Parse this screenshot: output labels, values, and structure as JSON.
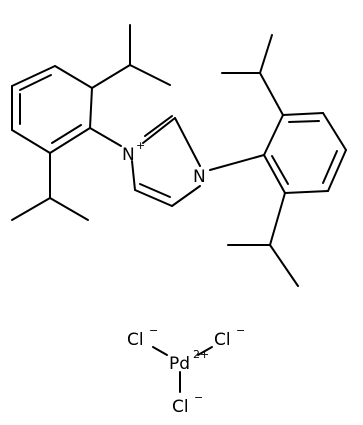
{
  "molecule": {
    "cation": {
      "n1": {
        "symbol": "N",
        "charge": "+"
      },
      "n2": {
        "symbol": "N",
        "charge": ""
      }
    },
    "metal": {
      "symbol": "Pd",
      "charge": "2+"
    },
    "chlorides": [
      {
        "symbol": "Cl",
        "charge": "−"
      },
      {
        "symbol": "Cl",
        "charge": "−"
      },
      {
        "symbol": "Cl",
        "charge": "−"
      }
    ]
  }
}
